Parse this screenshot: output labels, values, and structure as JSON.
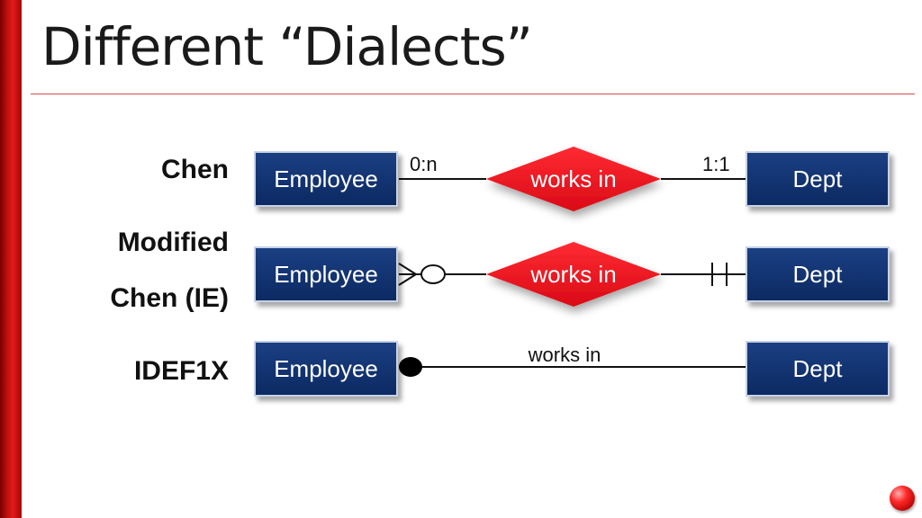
{
  "slide": {
    "title": "Different “Dialects”"
  },
  "rows": {
    "chen": {
      "label": "Chen",
      "entity_left": "Employee",
      "relationship": "works in",
      "entity_right": "Dept",
      "card_left": "0:n",
      "card_right": "1:1"
    },
    "ie": {
      "label_line1": "Modified",
      "label_line2": "Chen (IE)",
      "entity_left": "Employee",
      "relationship": "works in",
      "entity_right": "Dept"
    },
    "idef1x": {
      "label": "IDEF1X",
      "entity_left": "Employee",
      "relationship": "works in",
      "entity_right": "Dept"
    }
  },
  "colors": {
    "entity_fill": "#0c2a63",
    "relationship_fill": "#e8101e",
    "accent_bar": "#c10f0f",
    "title_rule": "#d64a4a"
  }
}
